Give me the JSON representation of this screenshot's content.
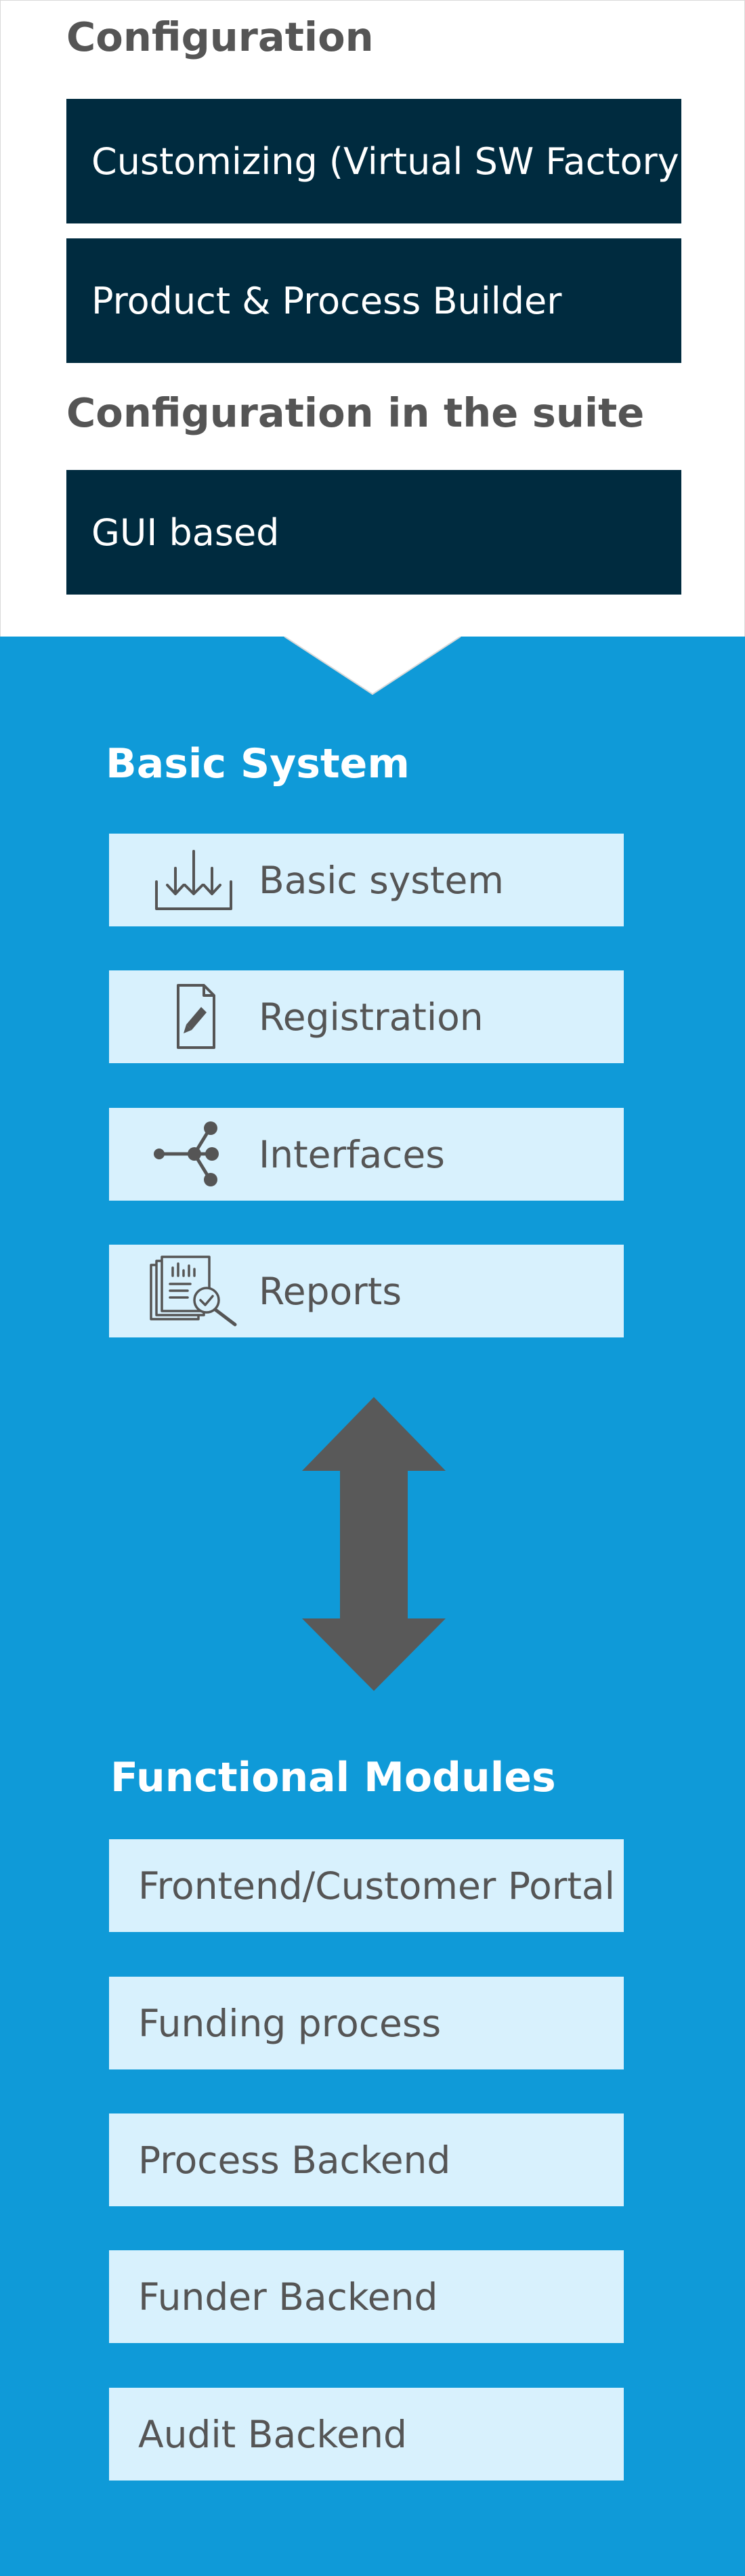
{
  "configuration": {
    "title": "Configuration",
    "items": [
      {
        "label": "Customizing (Virtual SW Factory)"
      },
      {
        "label": "Product & Process Builder"
      }
    ]
  },
  "suite_configuration": {
    "title": "Configuration in the suite",
    "items": [
      {
        "label": "GUI based"
      }
    ]
  },
  "basic_system": {
    "title": "Basic System",
    "items": [
      {
        "label": "Basic system",
        "icon": "download-tray-icon"
      },
      {
        "label": "Registration",
        "icon": "document-pen-icon"
      },
      {
        "label": "Interfaces",
        "icon": "network-nodes-icon"
      },
      {
        "label": "Reports",
        "icon": "report-magnifier-icon"
      }
    ]
  },
  "functional_modules": {
    "title": "Functional Modules",
    "items": [
      {
        "label": "Frontend/Customer Portal"
      },
      {
        "label": "Funding process"
      },
      {
        "label": "Process Backend"
      },
      {
        "label": "Funder Backend"
      },
      {
        "label": "Audit Backend"
      }
    ]
  },
  "colors": {
    "dark_box": "#002b3f",
    "blue_panel": "#0f9ad8",
    "light_box": "#d8f1fd",
    "heading_text": "#555555",
    "arrow": "#595959"
  }
}
